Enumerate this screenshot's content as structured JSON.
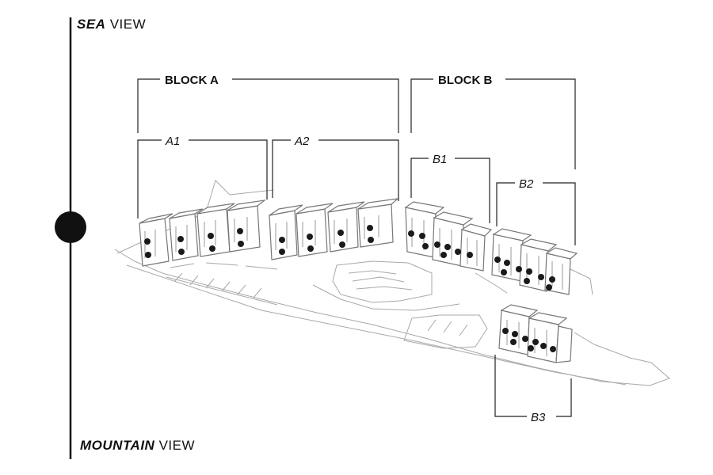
{
  "orientation": {
    "top": {
      "bold": "SEA",
      "rest": "VIEW"
    },
    "bottom": {
      "bold": "MOUNTAIN",
      "rest": "VIEW"
    }
  },
  "blocks": {
    "a": {
      "label": "BLOCK A",
      "subs": {
        "a1": "A1",
        "a2": "A2"
      }
    },
    "b": {
      "label": "BLOCK B",
      "subs": {
        "b1": "B1",
        "b2": "B2",
        "b3": "B3"
      }
    }
  },
  "colors": {
    "line": "#111111",
    "sketch": "#9a9a9a",
    "light": "#cfcfcf"
  }
}
